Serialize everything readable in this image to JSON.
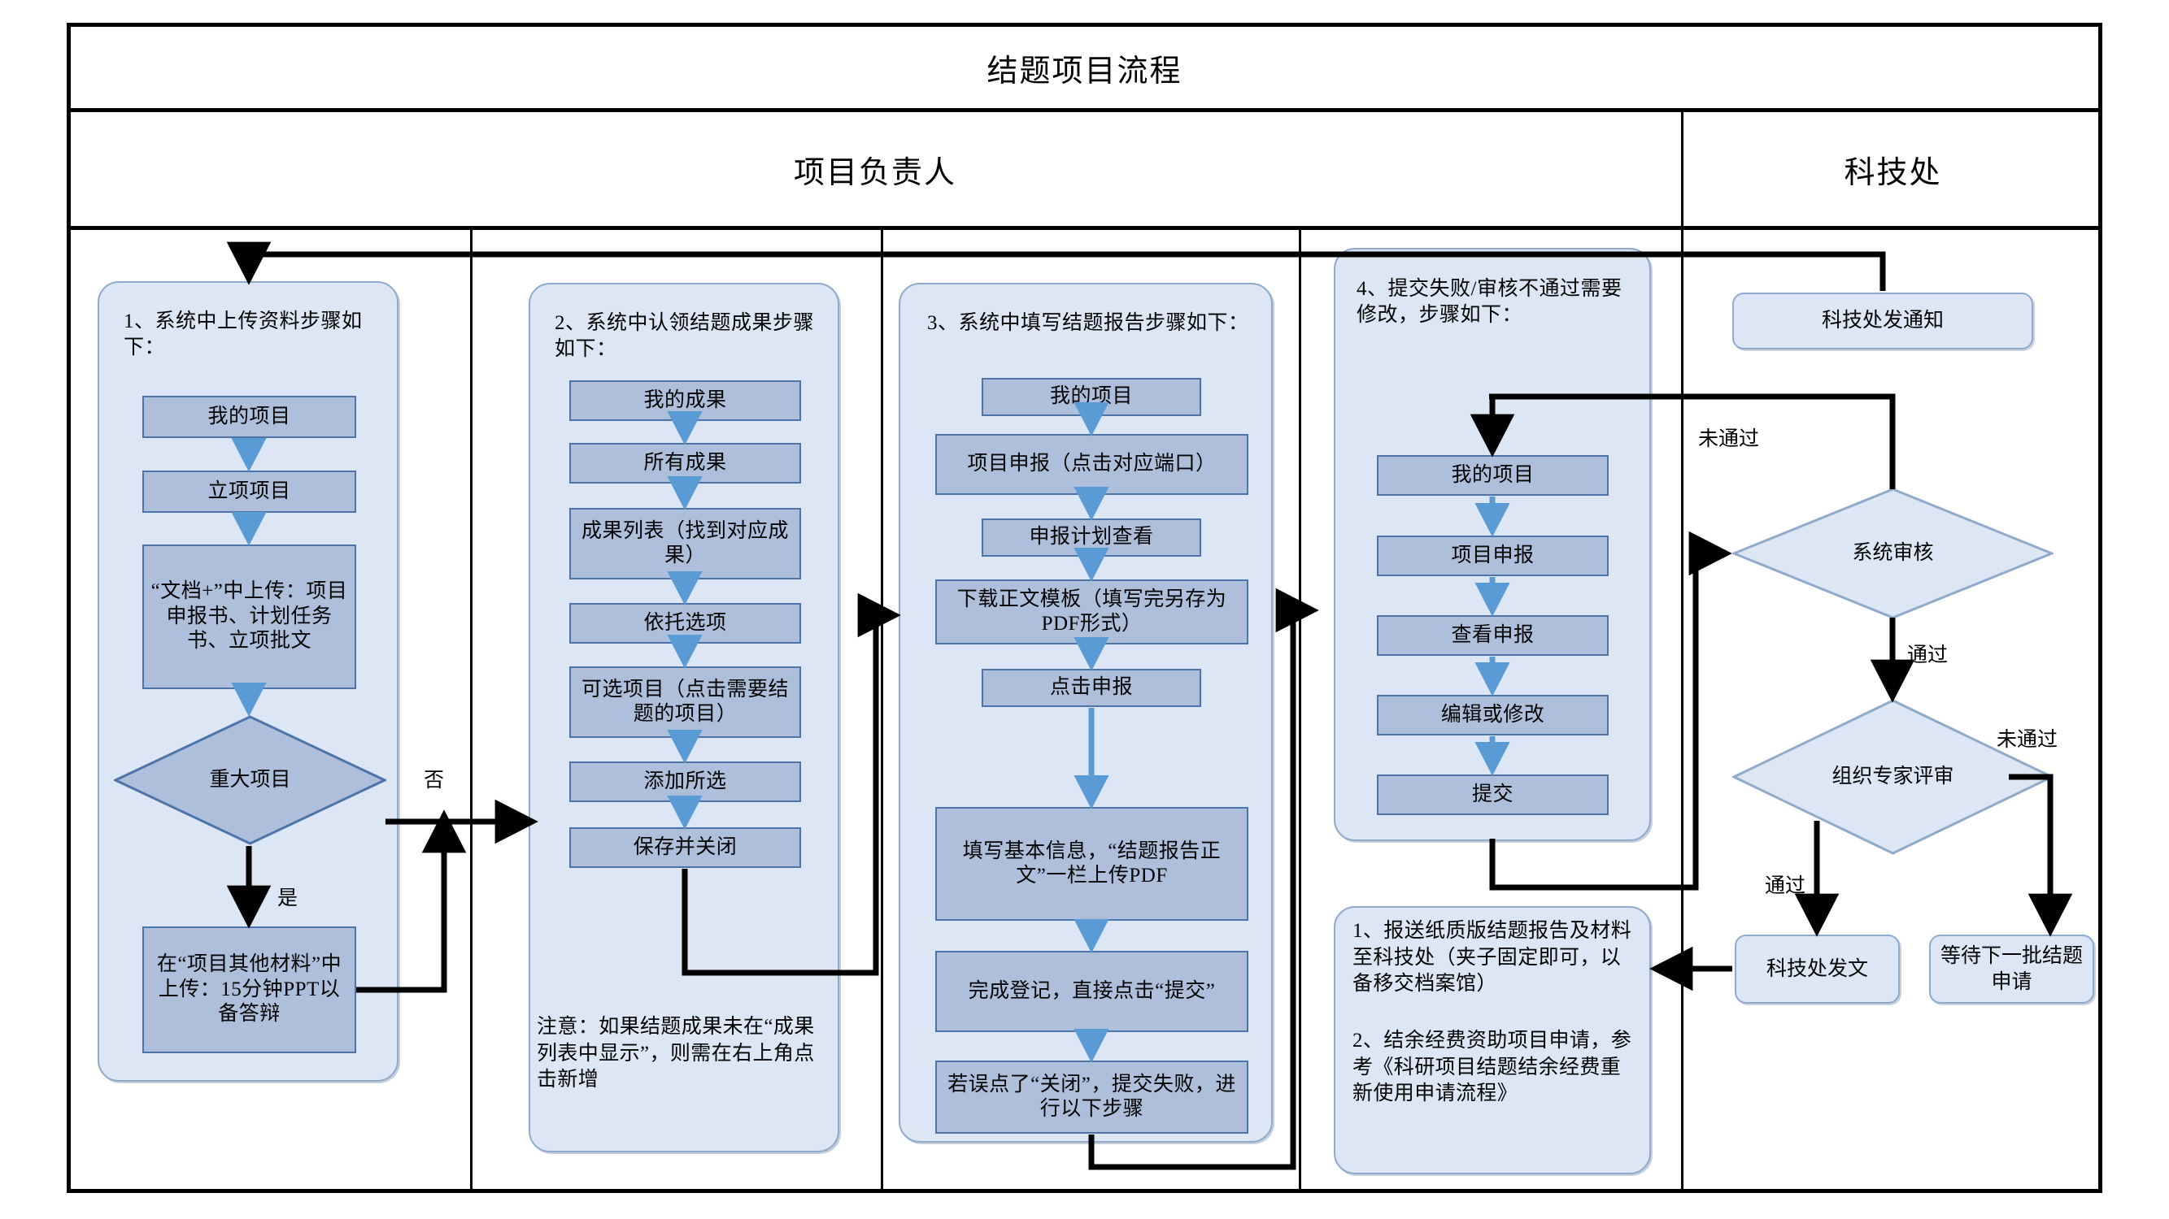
{
  "title": "结题项目流程",
  "lanes_header": {
    "left": "项目负责人",
    "right": "科技处"
  },
  "columns": [
    {
      "id": "col1",
      "heading": "1、系统中上传资料步骤如下：",
      "steps": [
        {
          "label": "我的项目"
        },
        {
          "label": "立项项目"
        },
        {
          "label": "“文档+”中上传：项目申报书、计划任务书、立项批文"
        },
        {
          "label": "重大项目",
          "shape": "decision"
        },
        {
          "label": "在“项目其他材料”中上传：15分钟PPT以备答辩"
        }
      ],
      "edge_labels": {
        "no": "否",
        "yes": "是"
      }
    },
    {
      "id": "col2",
      "heading": "2、系统中认领结题成果步骤如下：",
      "steps": [
        {
          "label": "我的成果"
        },
        {
          "label": "所有成果"
        },
        {
          "label": "成果列表（找到对应成果）"
        },
        {
          "label": "依托选项"
        },
        {
          "label": "可选项目（点击需要结题的项目）"
        },
        {
          "label": "添加所选"
        },
        {
          "label": "保存并关闭"
        }
      ],
      "note": "注意：如果结题成果未在“成果列表中显示”，则需在右上角点击新增"
    },
    {
      "id": "col3",
      "heading": "3、系统中填写结题报告步骤如下：",
      "steps": [
        {
          "label": "我的项目"
        },
        {
          "label": "项目申报（点击对应端口）"
        },
        {
          "label": "申报计划查看"
        },
        {
          "label": "下载正文模板（填写完另存为PDF形式）"
        },
        {
          "label": "点击申报"
        },
        {
          "label": "填写基本信息，“结题报告正文”一栏上传PDF"
        },
        {
          "label": "完成登记，直接点击“提交”"
        },
        {
          "label": "若误点了“关闭”，提交失败，进行以下步骤"
        }
      ]
    },
    {
      "id": "col4",
      "heading": "4、提交失败/审核不通过需要修改，步骤如下：",
      "steps": [
        {
          "label": "我的项目"
        },
        {
          "label": "项目申报"
        },
        {
          "label": "查看申报"
        },
        {
          "label": "编辑或修改"
        },
        {
          "label": "提交"
        }
      ],
      "note_1": "1、报送纸质版结题报告及材料至科技处（夹子固定即可，以备移交档案馆）",
      "note_2": "2、结余经费资助项目申请，参考《科研项目结题结余经费重新使用申请流程》"
    },
    {
      "id": "col5",
      "heading": "",
      "steps": [
        {
          "label": "科技处发通知"
        },
        {
          "label": "系统审核",
          "shape": "decision"
        },
        {
          "label": "组织专家评审",
          "shape": "decision"
        },
        {
          "label": "科技处发文"
        },
        {
          "label": "等待下一批结题申请"
        }
      ],
      "edge_labels": {
        "sys_fail": "未通过",
        "sys_pass": "通过",
        "exp_fail": "未通过",
        "exp_pass": "通过"
      }
    }
  ],
  "colors": {
    "frame": "#000000",
    "lane_fill": "#dce6f4",
    "lane_border": "#8faacb",
    "box_fill": "#adbfdb",
    "box_border": "#4d74a8",
    "arrow_blue": "#5b9bd5",
    "arrow_black": "#000000"
  }
}
